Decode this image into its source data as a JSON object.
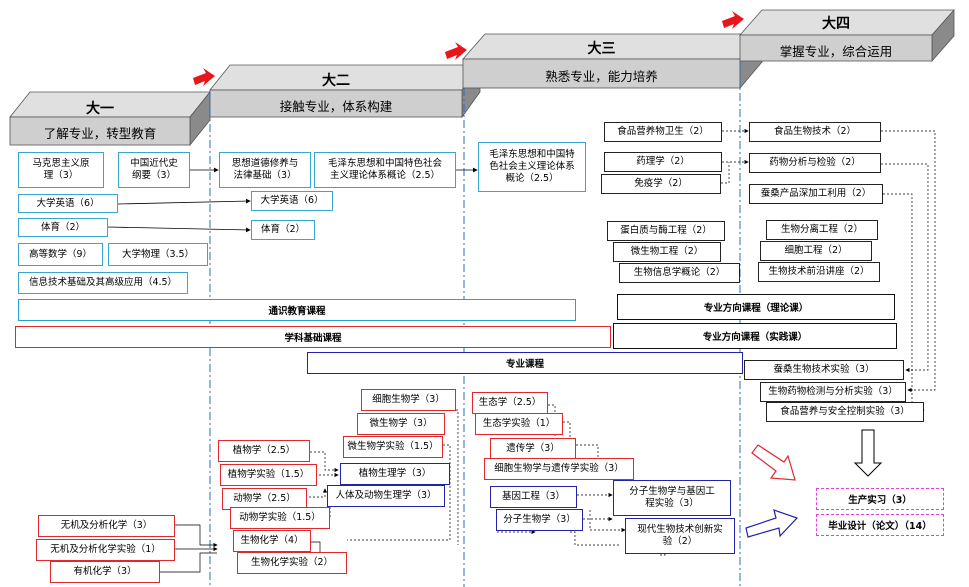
{
  "years": [
    {
      "label": "大一",
      "subtitle": "了解专业，转型教育"
    },
    {
      "label": "大二",
      "subtitle": "接触专业，体系构建"
    },
    {
      "label": "大三",
      "subtitle": "熟悉专业，能力培养"
    },
    {
      "label": "大四",
      "subtitle": "掌握专业，综合运用"
    }
  ],
  "year1": {
    "marx": "马克思主义原\n理（3）",
    "history": "中国近代史\n纲要（3）",
    "english": "大学英语（6）",
    "pe": "体育（2）",
    "math": "高等数学（9）",
    "physics": "大学物理（3.5）",
    "it": "信息技术基础及其高级应用（4.5）"
  },
  "year2": {
    "morality": "思想道德修养与\n法律基础（3）",
    "maozedong": "毛泽东思想和中国特色社会\n主义理论体系概论（2.5）",
    "english": "大学英语（6）",
    "pe": "体育（2）"
  },
  "year3": {
    "maozedong": "毛泽东思想和中国特\n色社会主义理论体系\n概论（2.5）",
    "food_hygiene": "食品营养物卫生（2）",
    "pharmacology": "药理学（2）",
    "immunology": "免疫学（2）",
    "protein_eng": "蛋白质与酶工程（2）",
    "microbial_eng": "微生物工程（2）",
    "bioinformatics": "生物信息学概论（2）"
  },
  "year4": {
    "food_biotech": "食品生物技术（2）",
    "drug_analysis": "药物分析与检验（2）",
    "silkworm": "蚕桑产品深加工利用（2）",
    "separation": "生物分离工程（2）",
    "cell_eng": "细胞工程（2）",
    "frontier": "生物技术前沿讲座（2）",
    "silkworm_lab": "蚕桑生物技术实验（3）",
    "drug_lab": "生物药物检测与分析实验（3）",
    "food_lab": "食品营养与安全控制实验（3）"
  },
  "bands": {
    "general": "通识教育课程",
    "foundation": "学科基础课程",
    "major": "专业课程",
    "theory": "专业方向课程（理论课）",
    "practice": "专业方向课程（实践课）"
  },
  "major_courses": {
    "cell_bio": "细胞生物学（3）",
    "microbio": "微生物学（3）",
    "microbio_lab": "微生物学实验（1.5）",
    "botany": "植物学（2.5）",
    "botany_lab": "植物学实验（1.5）",
    "plant_phys": "植物生理学（3）",
    "zoology": "动物学（2.5）",
    "human_phys": "人体及动物生理学（3）",
    "zoology_lab": "动物学实验（1.5）",
    "biochem": "生物化学（4）",
    "biochem_lab": "生物化学实验（2）",
    "inorganic": "无机及分析化学（3）",
    "inorganic_lab": "无机及分析化学实验（1）",
    "organic": "有机化学（3）",
    "ecology": "生态学（2.5）",
    "ecology_lab": "生态学实验（1）",
    "genetics": "遗传学（3）",
    "cellgen_lab": "细胞生物学与遗传学实验（3）",
    "gene_eng": "基因工程（3）",
    "mol_bio": "分子生物学（3）",
    "mol_lab": "分子生物学与基因工\n程实验（3）",
    "innov_lab": "现代生物技术创新实\n验（2）"
  },
  "final": {
    "internship": "生产实习（3）",
    "thesis": "毕业设计（论文）（14）"
  },
  "colors": {
    "red": "#e0282e",
    "navy": "#2222aa",
    "cyan": "#21a6d4",
    "pink": "#e63fe0",
    "header_gray": "#cfcfcf",
    "arrow_red": "#e8151b"
  }
}
